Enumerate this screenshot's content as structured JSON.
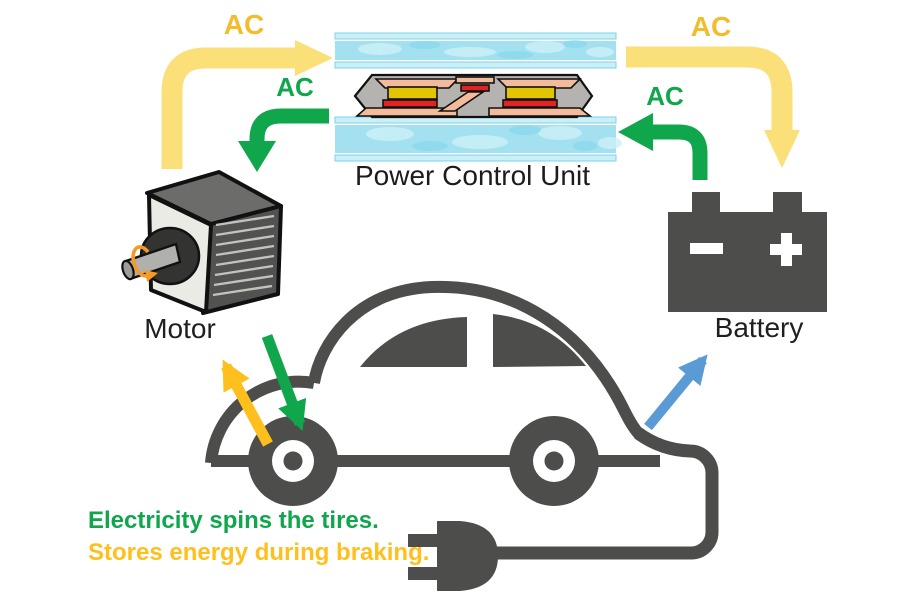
{
  "diagram": {
    "pcu_label": "Power Control Unit",
    "motor_label": "Motor",
    "battery_label": "Battery",
    "flows": {
      "motor_to_pcu": "AC",
      "pcu_to_motor": "AC",
      "pcu_to_battery": "AC",
      "battery_to_pcu": "AC"
    },
    "captions": {
      "line1": "Electricity spins the tires.",
      "line2": "Stores energy during braking."
    },
    "colors": {
      "ac_arrow_yellow": "#FBDF79",
      "ac_text_yellow": "#F2BC2B",
      "flow_green": "#0FA64C",
      "drive_yellow": "#FFC01E",
      "charge_blue": "#5B9BD5",
      "car_gray": "#4D4D4B",
      "coolant_blue": "#A3E1F0",
      "coolant_strip_blue": "#C9EFF7",
      "module_gray": "#B5B3B0",
      "copper_salmon": "#F3BA9C",
      "chip_yellow": "#E2C400",
      "solder_red": "#E32222",
      "motor_orange": "#F59A23",
      "label_black": "#1F1F1F"
    }
  }
}
